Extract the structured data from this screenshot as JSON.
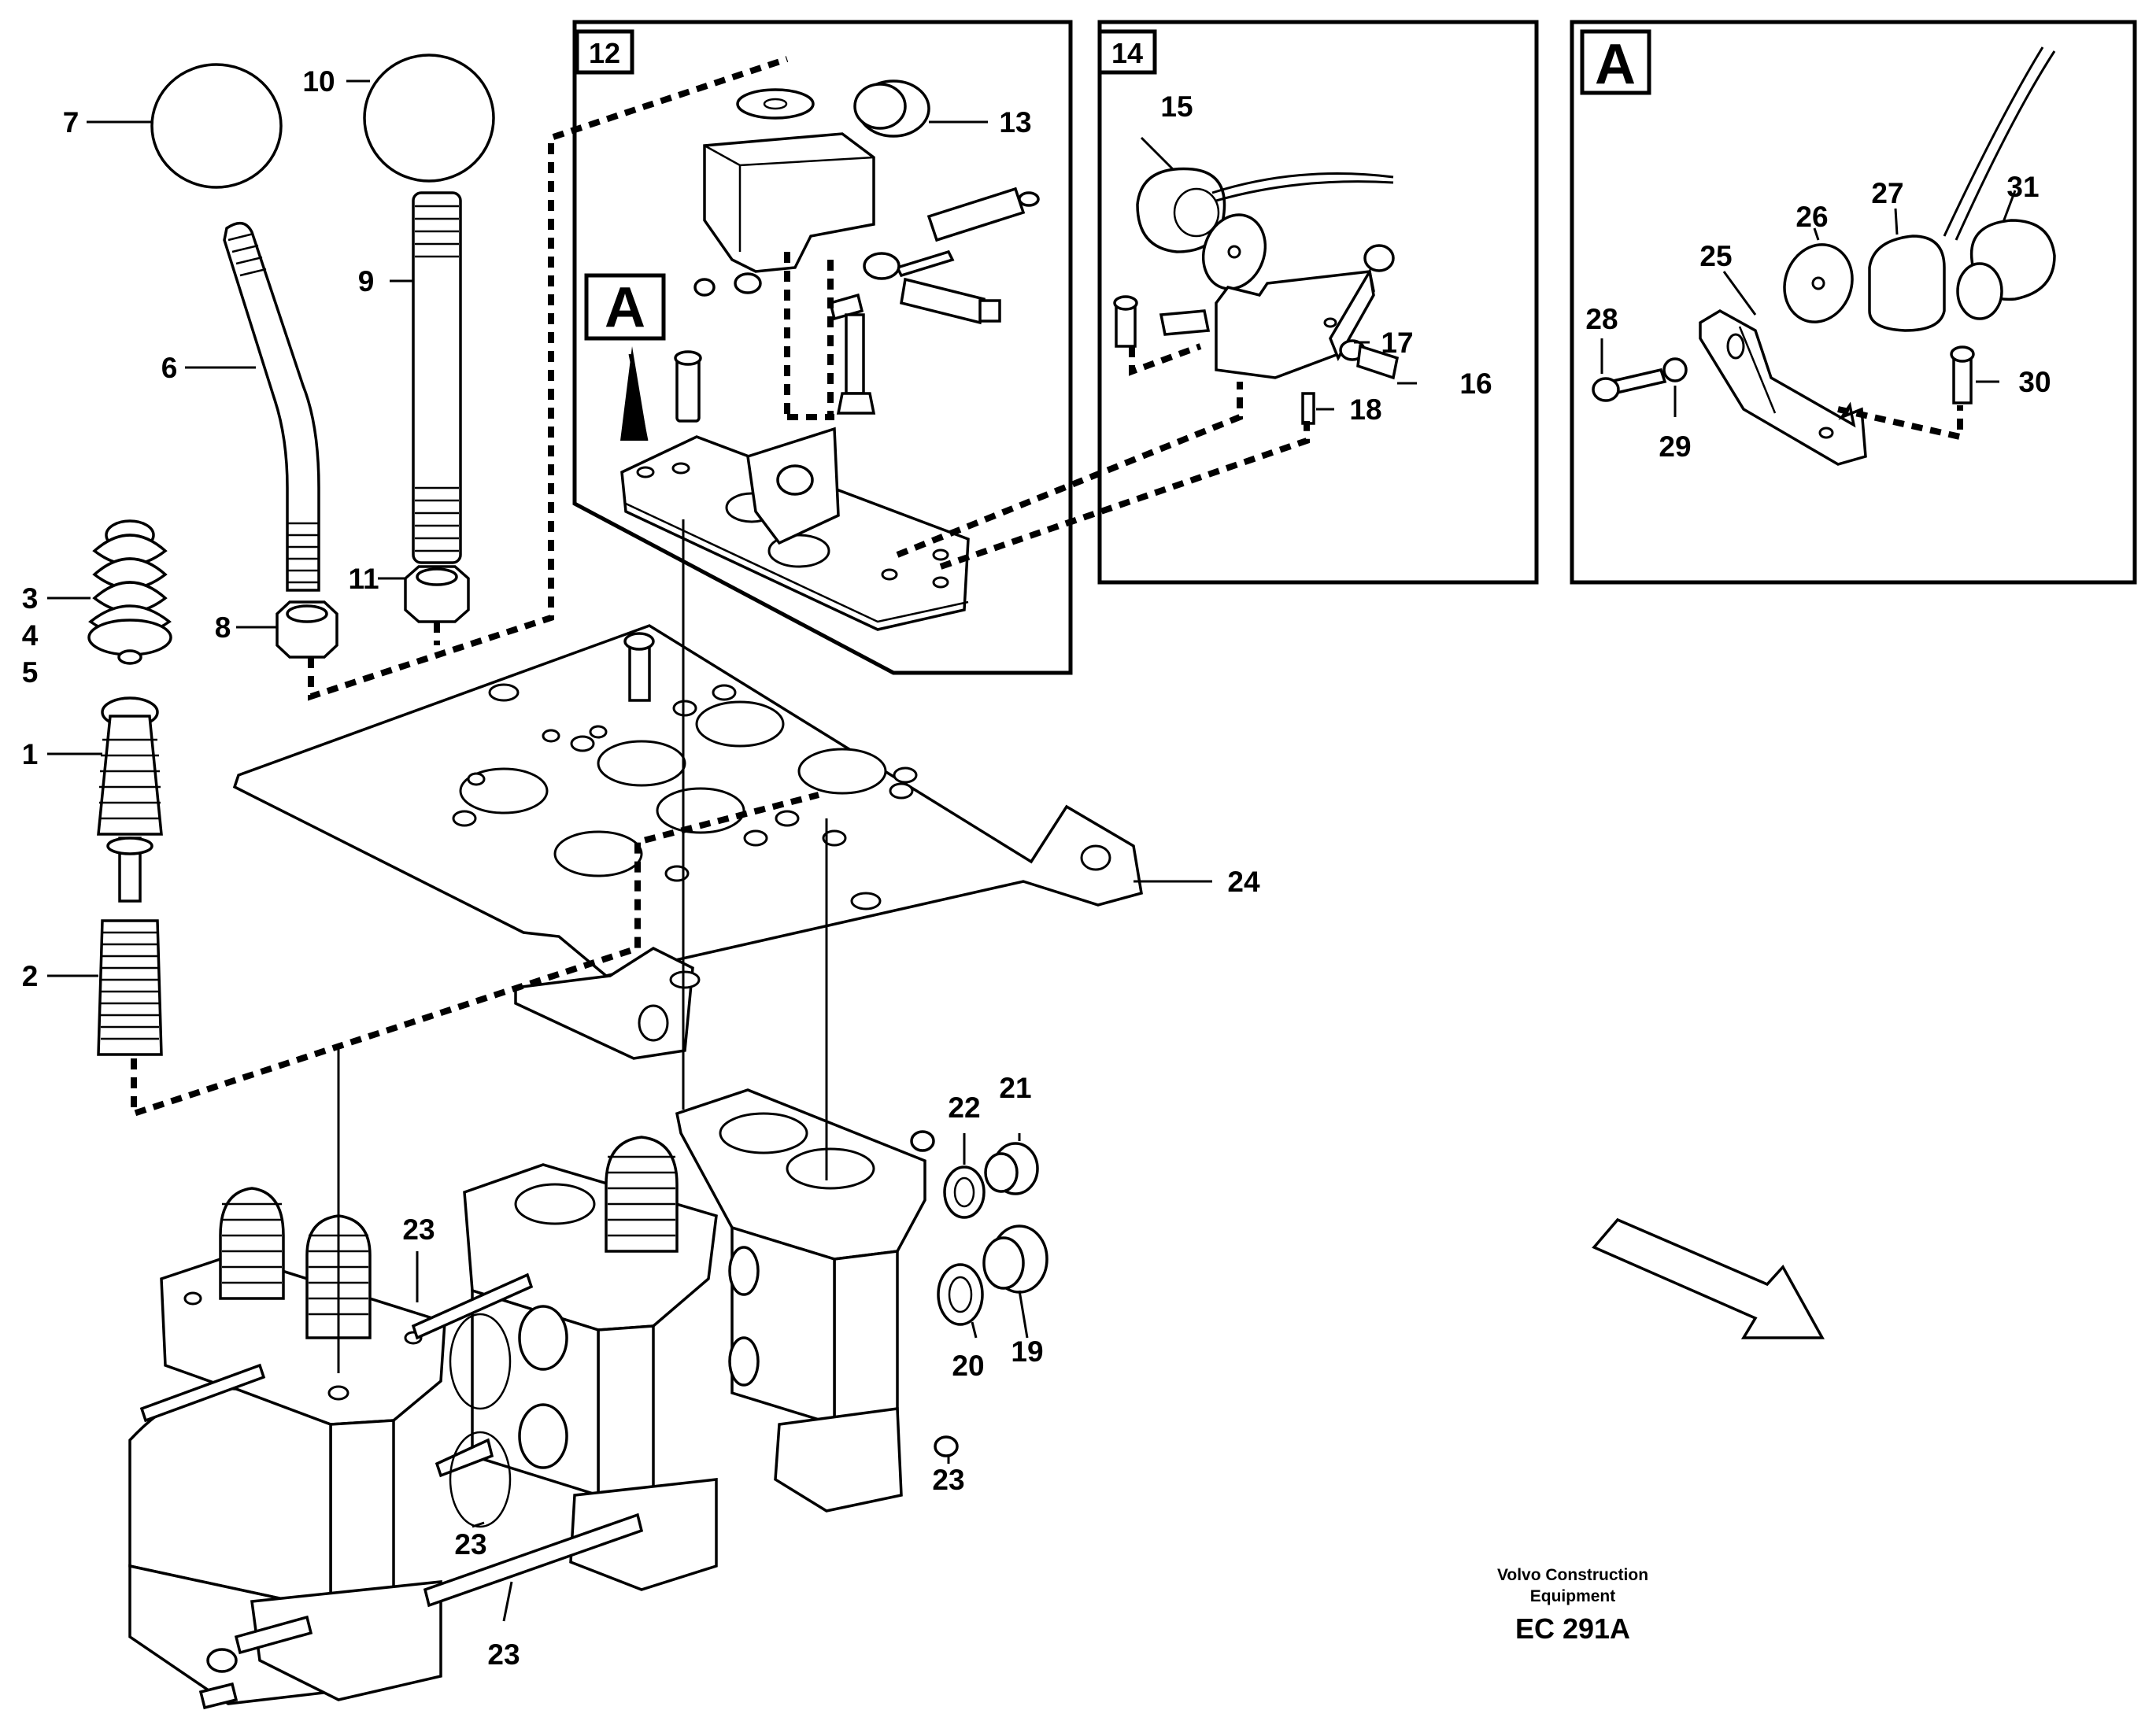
{
  "figure": {
    "callouts": {
      "c1": "1",
      "c2": "2",
      "c3": "3",
      "c4": "4",
      "c5": "5",
      "c6": "6",
      "c7": "7",
      "c8": "8",
      "c9": "9",
      "c10": "10",
      "c11": "11",
      "c12": "12",
      "c13": "13",
      "c14": "14",
      "c15": "15",
      "c16": "16",
      "c17": "17",
      "c18": "18",
      "c19": "19",
      "c20": "20",
      "c21": "21",
      "c22": "22",
      "c23a": "23",
      "c23b": "23",
      "c23c": "23",
      "c23d": "23",
      "c24": "24",
      "c25": "25",
      "c26": "26",
      "c27": "27",
      "c28": "28",
      "c29": "29",
      "c30": "30",
      "c31": "31"
    },
    "detail_boxes": {
      "box12": "12",
      "box14": "14",
      "boxA": "A",
      "pointerA": "A"
    },
    "footer": {
      "maker_line1": "Volvo Construction",
      "maker_line2": "Equipment",
      "code": "EC 291A"
    }
  }
}
